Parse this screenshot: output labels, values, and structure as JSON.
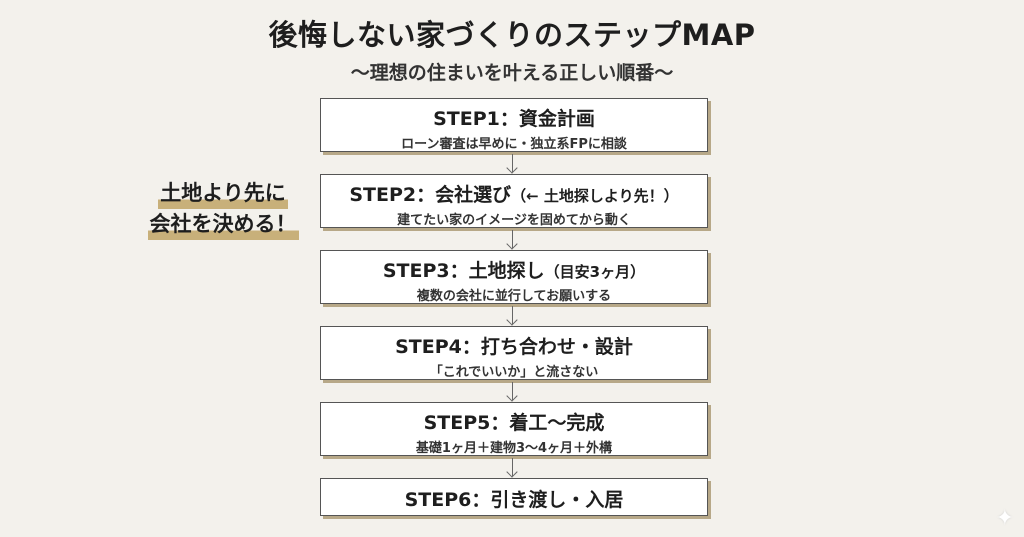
{
  "title": "後悔しない家づくりのステップMAP",
  "subtitle": "～理想の住まいを叶える正しい順番～",
  "note": {
    "line1": "土地より先に",
    "line2": "会社を決める！"
  },
  "steps": [
    {
      "heading": "STEP1：資金計画",
      "aside": "",
      "detail": "ローン審査は早めに・独立系FPに相談"
    },
    {
      "heading": "STEP2：会社選び",
      "aside": "（← 土地探しより先！）",
      "detail": "建てたい家のイメージを固めてから動く"
    },
    {
      "heading": "STEP3：土地探し",
      "aside": "（目安3ヶ月）",
      "detail": "複数の会社に並行してお願いする"
    },
    {
      "heading": "STEP4：打ち合わせ・設計",
      "aside": "",
      "detail": "「これでいいか」と流さない"
    },
    {
      "heading": "STEP5：着工〜完成",
      "aside": "",
      "detail": "基礎1ヶ月＋建物3〜4ヶ月＋外構"
    },
    {
      "heading": "STEP6：引き渡し・入居",
      "aside": "",
      "detail": ""
    }
  ],
  "icons": {
    "corner": "sparkle-icon"
  },
  "colors": {
    "background": "#f3f1ec",
    "accent": "#c8b07a"
  }
}
